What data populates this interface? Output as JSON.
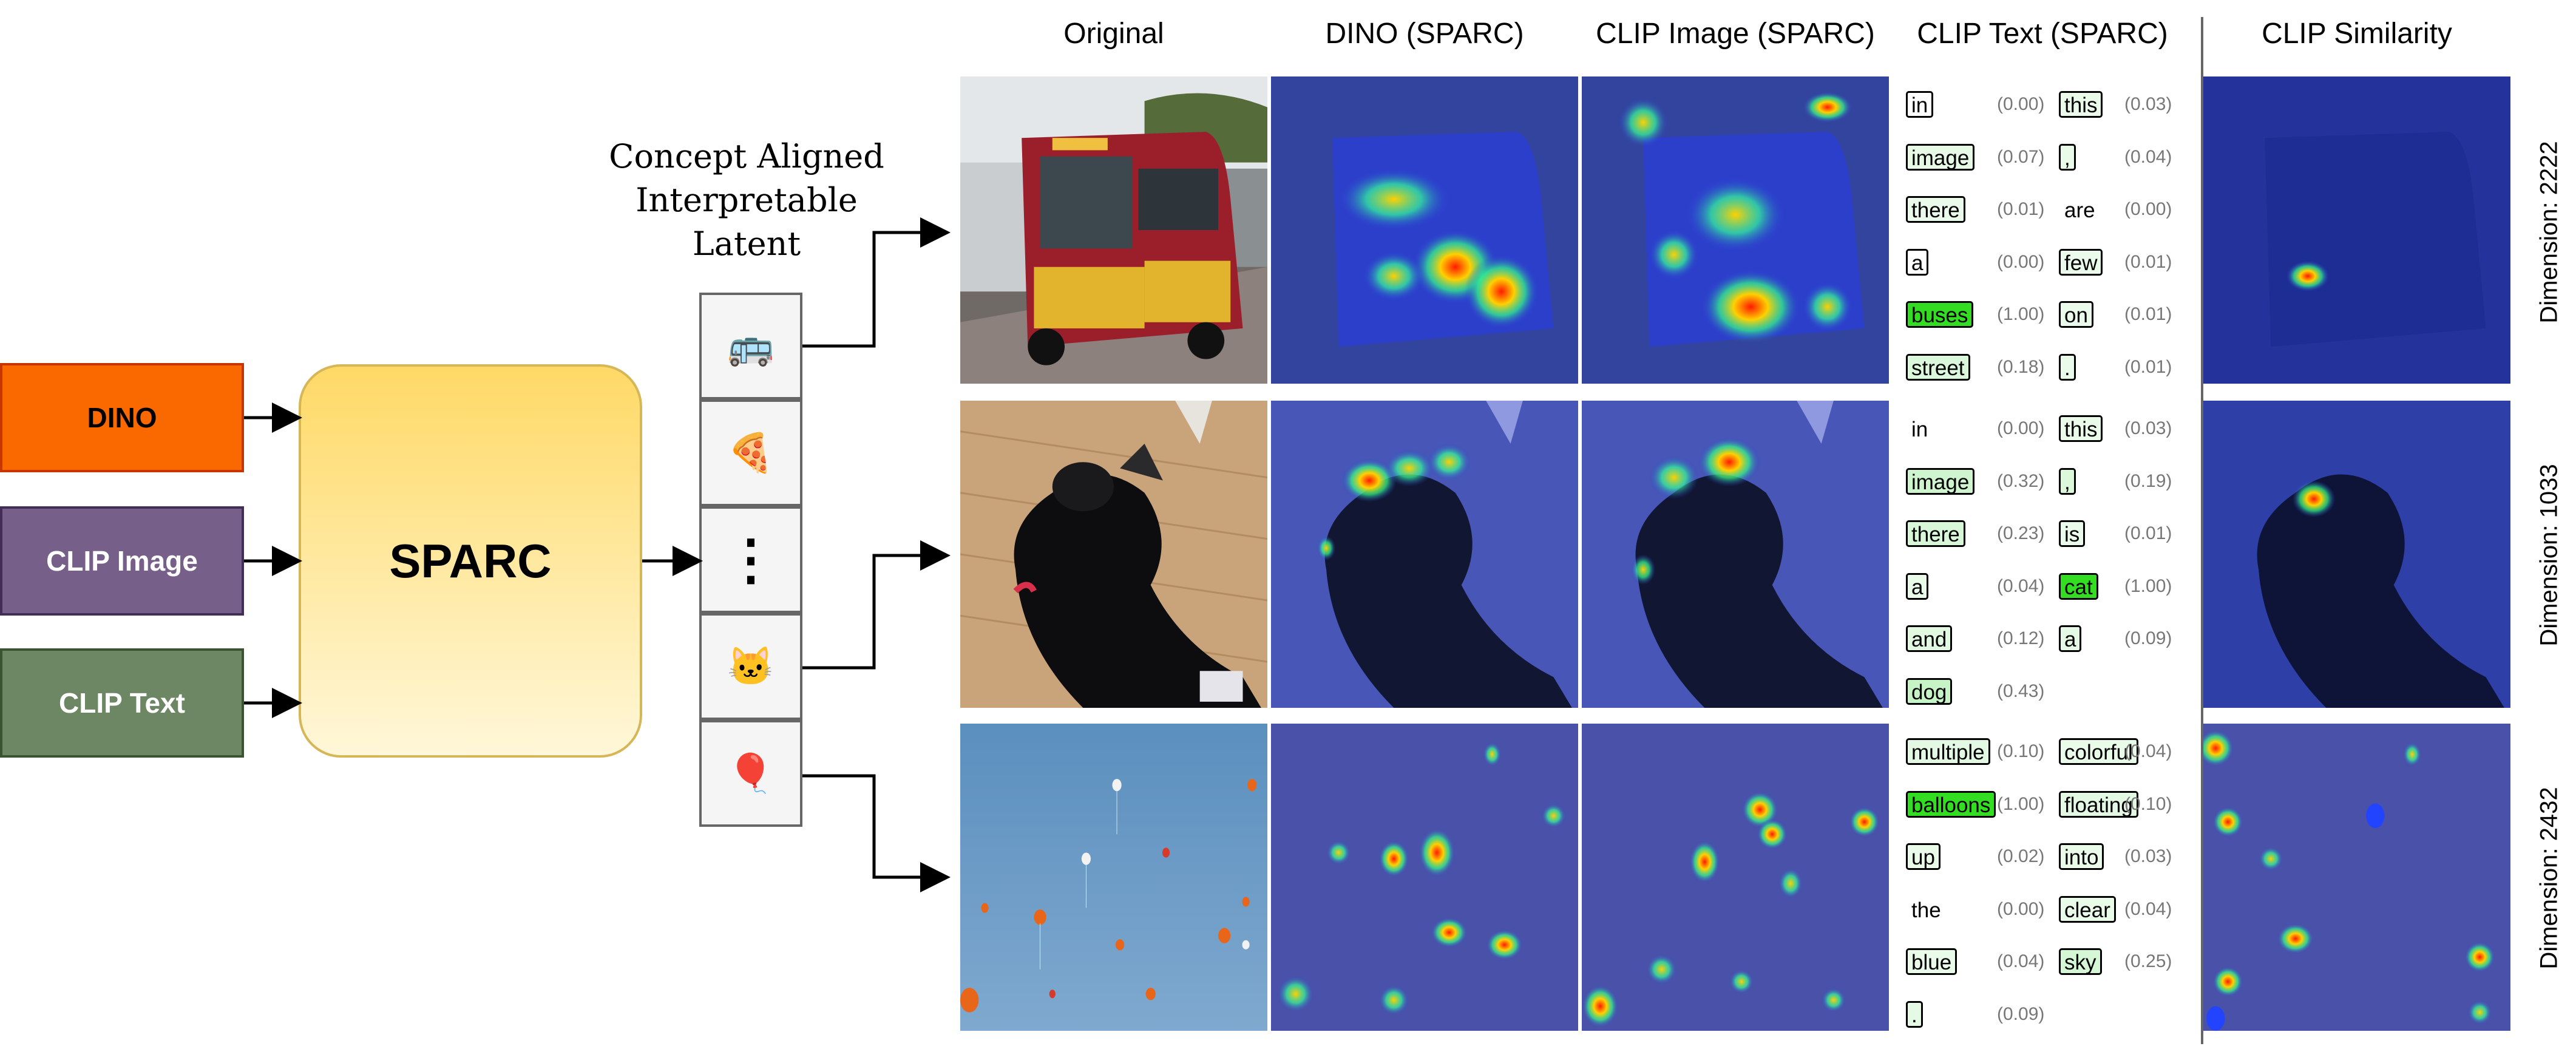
{
  "inputs": {
    "dino": {
      "label": "DINO",
      "color": "#fa6800"
    },
    "clip_image": {
      "label": "CLIP Image",
      "color": "#76608a"
    },
    "clip_text": {
      "label": "CLIP Text",
      "color": "#6d8764"
    }
  },
  "model": {
    "label": "SPARC"
  },
  "latent_title": [
    "Concept Aligned",
    "Interpretable",
    "Latent"
  ],
  "latent_cells": [
    {
      "icon": "bus-emoji",
      "glyph": "🚌"
    },
    {
      "icon": "pizza-emoji",
      "glyph": "🍕"
    },
    {
      "icon": "vertical-ellipsis",
      "glyph": "⋮"
    },
    {
      "icon": "cat-emoji",
      "glyph": "🐱"
    },
    {
      "icon": "balloon-emoji",
      "glyph": "🎈"
    }
  ],
  "columns": [
    "Original",
    "DINO (SPARC)",
    "CLIP Image (SPARC)",
    "CLIP Text (SPARC)",
    "CLIP Similarity"
  ],
  "rows": [
    {
      "dimension": "Dimension: 2222",
      "subject": "bus",
      "tokens": [
        {
          "text": "in",
          "score": "(0.00)",
          "w": 0.0
        },
        {
          "text": "this",
          "score": "(0.03)",
          "w": 0.03
        },
        {
          "text": "image",
          "score": "(0.07)",
          "w": 0.07
        },
        {
          "text": ",",
          "score": "(0.04)",
          "w": 0.04
        },
        {
          "text": "there",
          "score": "(0.01)",
          "w": 0.01
        },
        {
          "text": "are",
          "score": "(0.00)",
          "w": 0.0,
          "plain": true
        },
        {
          "text": "a",
          "score": "(0.00)",
          "w": 0.0
        },
        {
          "text": "few",
          "score": "(0.01)",
          "w": 0.01
        },
        {
          "text": "buses",
          "score": "(1.00)",
          "w": 1.0
        },
        {
          "text": "on",
          "score": "(0.01)",
          "w": 0.01
        },
        {
          "text": "street",
          "score": "(0.18)",
          "w": 0.18
        },
        {
          "text": ".",
          "score": "(0.01)",
          "w": 0.01
        }
      ]
    },
    {
      "dimension": "Dimension: 1033",
      "subject": "cat",
      "tokens": [
        {
          "text": "in",
          "score": "(0.00)",
          "w": 0.0,
          "plain": true
        },
        {
          "text": "this",
          "score": "(0.03)",
          "w": 0.03
        },
        {
          "text": "image",
          "score": "(0.32)",
          "w": 0.32
        },
        {
          "text": ",",
          "score": "(0.19)",
          "w": 0.19
        },
        {
          "text": "there",
          "score": "(0.23)",
          "w": 0.23
        },
        {
          "text": "is",
          "score": "(0.01)",
          "w": 0.01
        },
        {
          "text": "a",
          "score": "(0.04)",
          "w": 0.04
        },
        {
          "text": "cat",
          "score": "(1.00)",
          "w": 1.0
        },
        {
          "text": "and",
          "score": "(0.12)",
          "w": 0.12
        },
        {
          "text": "a",
          "score": "(0.09)",
          "w": 0.09
        },
        {
          "text": "dog",
          "score": "(0.43)",
          "w": 0.43
        }
      ]
    },
    {
      "dimension": "Dimension: 2432",
      "subject": "balloons",
      "tokens": [
        {
          "text": "multiple",
          "score": "(0.10)",
          "w": 0.1
        },
        {
          "text": "colorful",
          "score": "(0.04)",
          "w": 0.04
        },
        {
          "text": "balloons",
          "score": "(1.00)",
          "w": 1.0
        },
        {
          "text": "floating",
          "score": "(0.10)",
          "w": 0.1
        },
        {
          "text": "up",
          "score": "(0.02)",
          "w": 0.02
        },
        {
          "text": "into",
          "score": "(0.03)",
          "w": 0.03
        },
        {
          "text": "the",
          "score": "(0.00)",
          "w": 0.0,
          "plain": true
        },
        {
          "text": "clear",
          "score": "(0.04)",
          "w": 0.04
        },
        {
          "text": "blue",
          "score": "(0.04)",
          "w": 0.04
        },
        {
          "text": "sky",
          "score": "(0.25)",
          "w": 0.25
        },
        {
          "text": ".",
          "score": "(0.09)",
          "w": 0.09
        }
      ]
    }
  ],
  "colors": {
    "highlight": "#33dd22",
    "heat_base": "#2a3fd6"
  }
}
